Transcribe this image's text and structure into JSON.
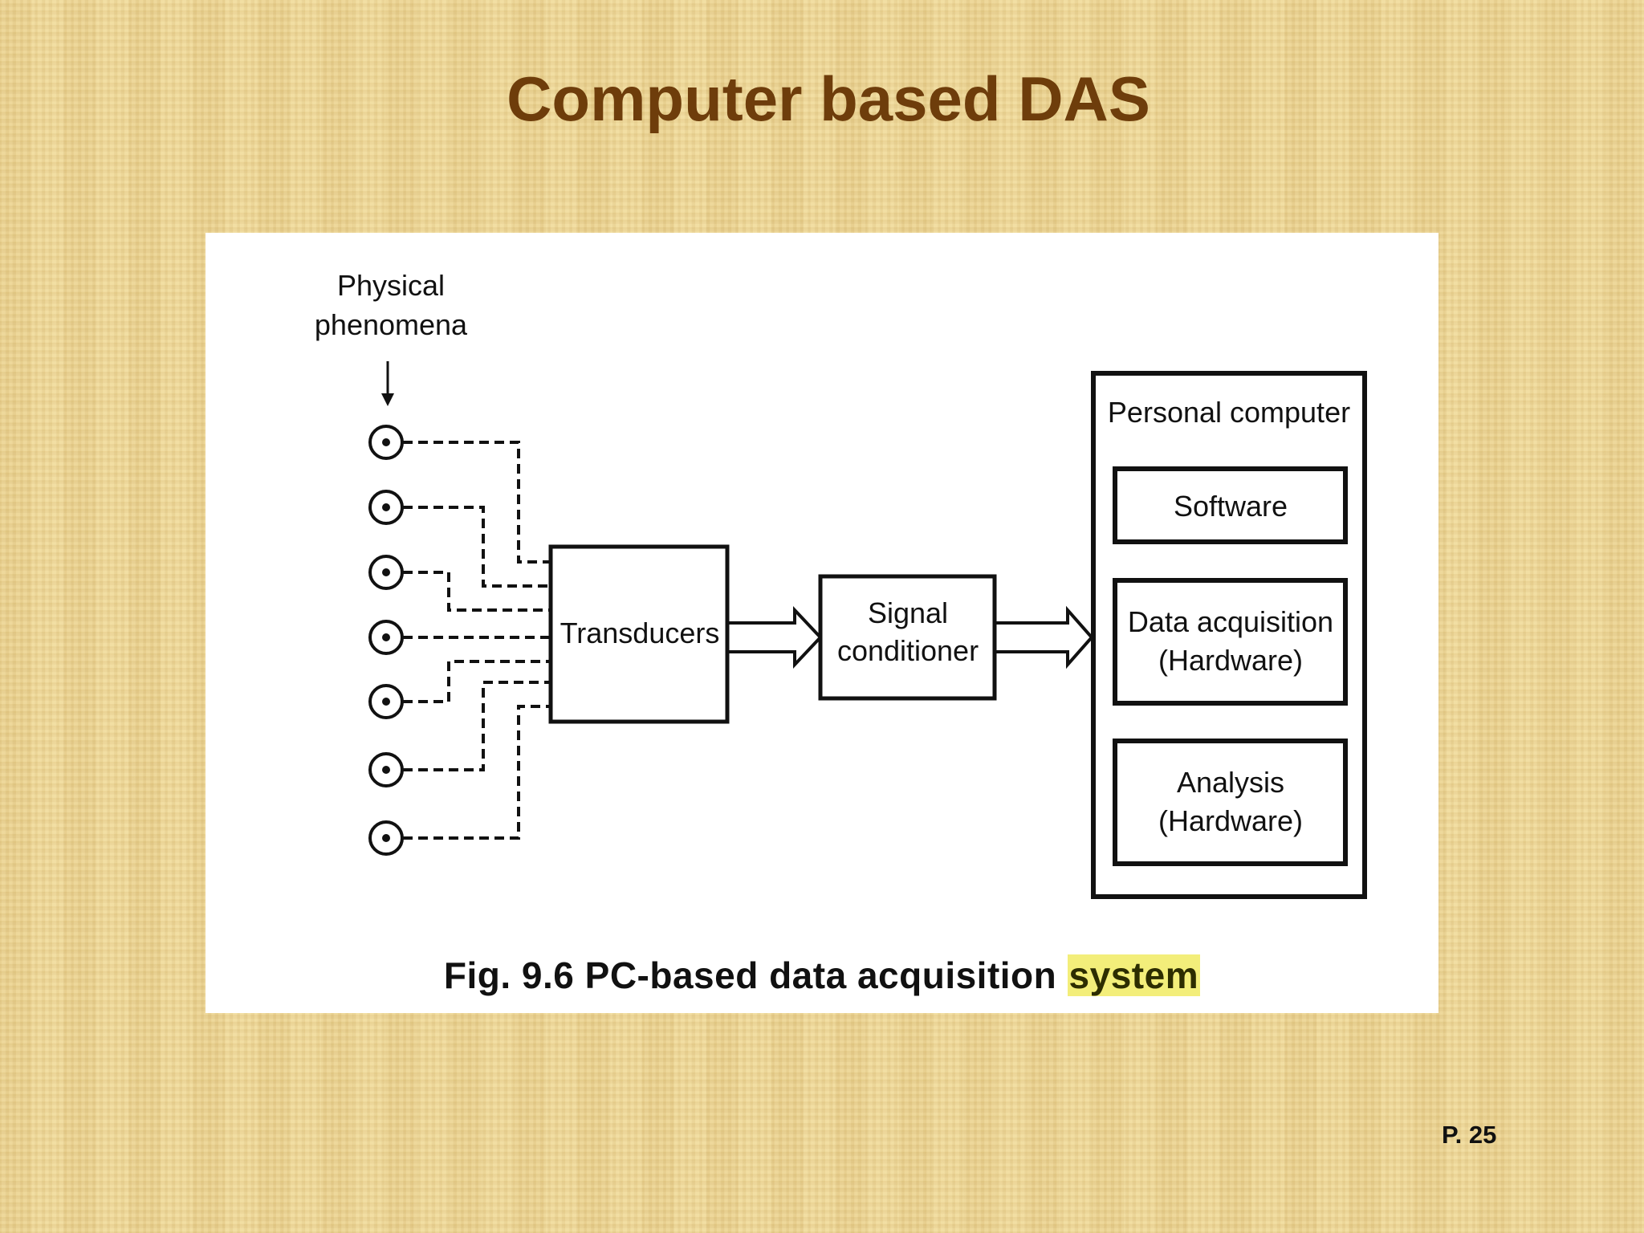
{
  "slide": {
    "title": "Computer based DAS",
    "page_number": "P. 25"
  },
  "figure": {
    "caption_main": "Fig. 9.6 PC-based data acquisition ",
    "caption_highlight": "system",
    "labels": {
      "physical_line1": "Physical",
      "physical_line2": "phenomena",
      "transducers": "Transducers",
      "signal_line1": "Signal",
      "signal_line2": "conditioner",
      "pc_title": "Personal computer",
      "software": "Software",
      "daq_line1": "Data acquisition",
      "daq_line2": "(Hardware)",
      "analysis_line1": "Analysis",
      "analysis_line2": "(Hardware)"
    },
    "sensor_count": 7
  }
}
